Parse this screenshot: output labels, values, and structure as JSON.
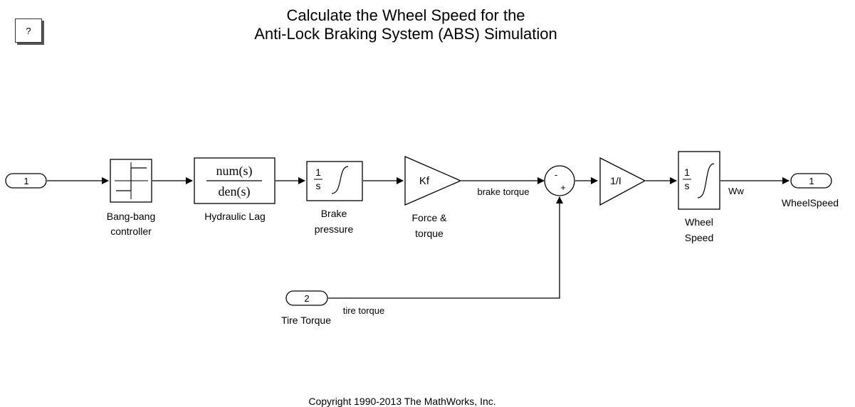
{
  "title": {
    "line1": "Calculate the Wheel Speed for the",
    "line2": "Anti-Lock Braking System (ABS) Simulation"
  },
  "help_button": {
    "label": "?"
  },
  "blocks": {
    "inport1": {
      "number": "1"
    },
    "bangbang": {
      "label_line1": "Bang-bang",
      "label_line2": "controller"
    },
    "hydraulic": {
      "numerator": "num(s)",
      "denominator": "den(s)",
      "label": "Hydraulic Lag"
    },
    "brake_integrator": {
      "num": "1",
      "den": "s",
      "label_line1": "Brake",
      "label_line2": "pressure"
    },
    "force_gain": {
      "gain": "Kf",
      "label_line1": "Force &",
      "label_line2": "torque"
    },
    "sum": {
      "sign_top": "-",
      "sign_bottom": "+"
    },
    "inertia_gain": {
      "gain": "1/I"
    },
    "wheel_integrator": {
      "num": "1",
      "den": "s",
      "label_line1": "Wheel",
      "label_line2": "Speed"
    },
    "outport1": {
      "number": "1",
      "label": "WheelSpeed"
    },
    "inport2": {
      "number": "2",
      "label": "Tire Torque"
    }
  },
  "signals": {
    "brake_torque": "brake torque",
    "tire_torque": "tire torque",
    "ww": "Ww"
  },
  "footer": {
    "copyright": "Copyright 1990-2013 The MathWorks, Inc."
  }
}
